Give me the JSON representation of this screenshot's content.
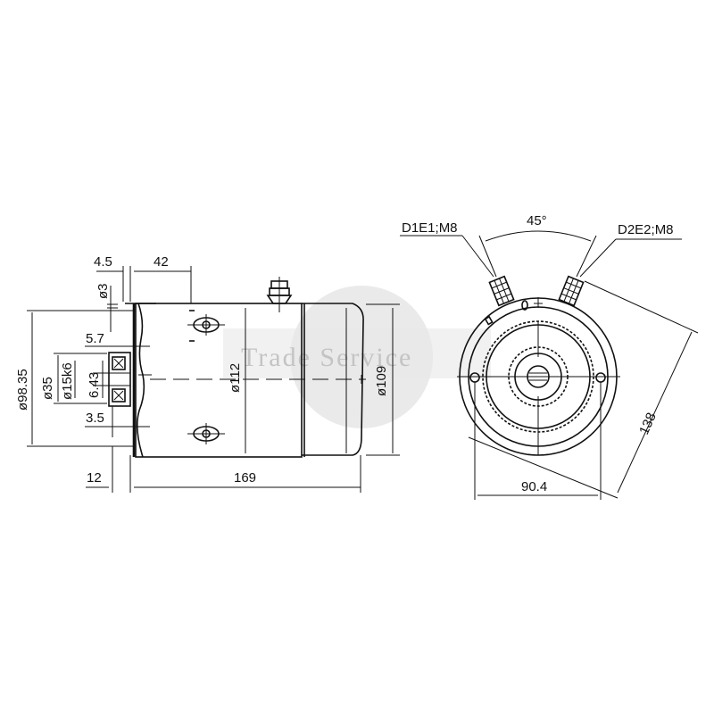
{
  "drawing": {
    "type": "DC motor dimensional drawing",
    "watermark": "Trade Service",
    "colors": {
      "line": "#111111",
      "background": "#ffffff",
      "watermark": "#c4c4c4"
    }
  },
  "side_view": {
    "dimensions": {
      "flange_offset": "4.5",
      "terminal_offset": "42",
      "hole_dia": "ø3",
      "pilot_step": "5.7",
      "flange_dia": "ø98.35",
      "pilot_dia": "ø35",
      "shaft_dia": "ø15k6",
      "key_height": "6.43",
      "key_step": "3.5",
      "shaft_length": "12",
      "body_length": "169",
      "body_dia": "ø112",
      "cap_dia": "ø109"
    }
  },
  "end_view": {
    "terminals": {
      "left": "D1E1;M8",
      "right": "D2E2;M8",
      "angle": "45°"
    },
    "dimensions": {
      "hole_spacing": "90.4",
      "diagonal": "138"
    }
  }
}
